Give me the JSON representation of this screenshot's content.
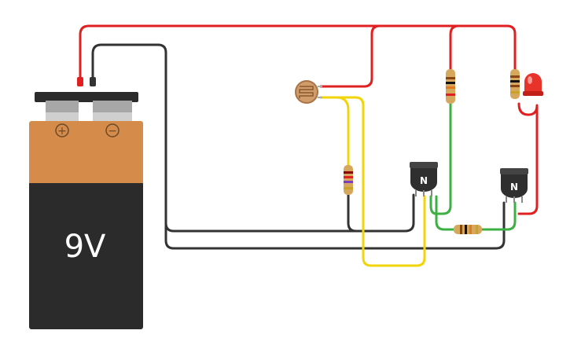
{
  "battery": {
    "voltage_label": "9V",
    "positive_sign": "+",
    "negative_sign": "−",
    "colors": {
      "top": "#d58b4a",
      "body": "#2b2b2b",
      "cap": "#2b2b2b",
      "terminal": "#a7a7a7"
    }
  },
  "transistors": [
    {
      "label": "N"
    },
    {
      "label": "N"
    }
  ],
  "colors": {
    "wire_red": "#e02020",
    "wire_black": "#333333",
    "wire_yellow": "#f2d40b",
    "wire_green": "#3cb043",
    "led_red": "#e8332a",
    "resistor_body": "#d6a85e",
    "ldr_body": "#cf9c6a"
  }
}
